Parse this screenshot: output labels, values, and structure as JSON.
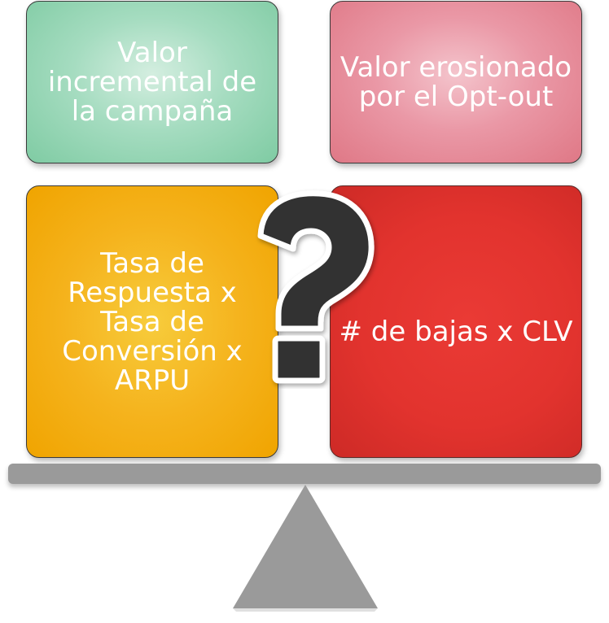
{
  "boxes": {
    "green": {
      "text": "Valor incremental de la campaña",
      "color": "#7fcba3"
    },
    "pink": {
      "text": "Valor erosionado por el Opt-out",
      "color": "#df7886"
    },
    "orange": {
      "text": "Tasa de Respuesta x Tasa de Conversión x ARPU",
      "color": "#f5b31d"
    },
    "red": {
      "text": "# de bajas x CLV",
      "color": "#e2332e"
    }
  },
  "scale": {
    "beam_color": "#9a9a9a",
    "fulcrum_color": "#9a9a9a"
  },
  "icons": {
    "question": "question-mark-icon"
  }
}
